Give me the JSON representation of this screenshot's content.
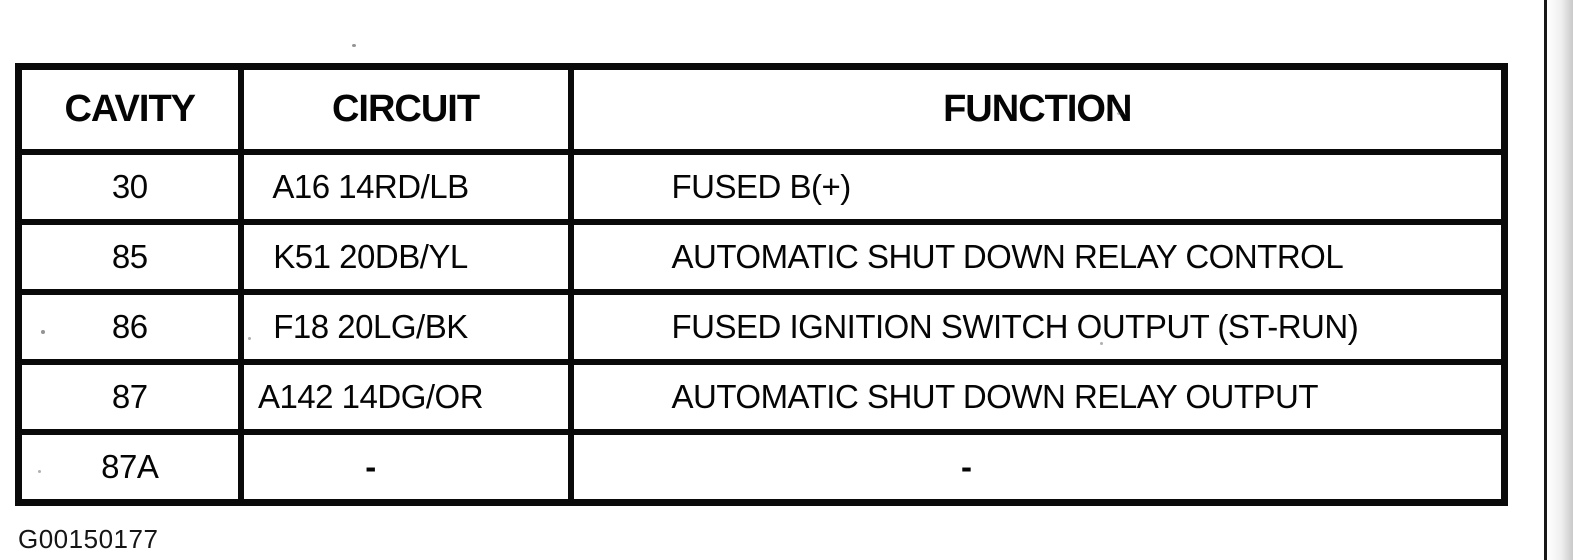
{
  "table": {
    "headers": [
      "CAVITY",
      "CIRCUIT",
      "FUNCTION"
    ],
    "rows": [
      {
        "cavity": "30",
        "circuit": "A16 14RD/LB",
        "function": "FUSED B(+)"
      },
      {
        "cavity": "85",
        "circuit": "K51 20DB/YL",
        "function": "AUTOMATIC SHUT DOWN RELAY CONTROL"
      },
      {
        "cavity": "86",
        "circuit": "F18 20LG/BK",
        "function": "FUSED IGNITION SWITCH OUTPUT (ST-RUN)"
      },
      {
        "cavity": "87",
        "circuit": "A142 14DG/OR",
        "function": "AUTOMATIC SHUT DOWN RELAY OUTPUT"
      },
      {
        "cavity": "87A",
        "circuit": "-",
        "function": "-"
      }
    ]
  },
  "figure_id": "G00150177",
  "colors": {
    "ink": "#0a0a0a",
    "paper": "#ffffff",
    "page_edge_shadow": "#c9c9c9"
  }
}
